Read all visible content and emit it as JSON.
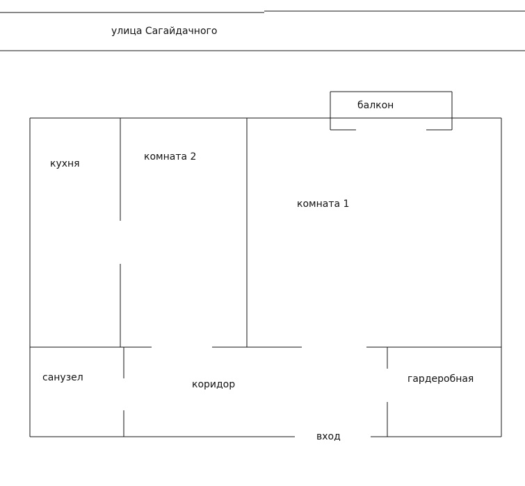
{
  "street": {
    "label": "улица Сагайдачного"
  },
  "rooms": {
    "balcony": "балкон",
    "kitchen": "кухня",
    "room2": "комната 2",
    "room1": "комната 1",
    "bathroom": "санузел",
    "corridor": "коридор",
    "wardrobe": "гардеробная",
    "entrance": "вход"
  },
  "colors": {
    "line": "#111111",
    "background": "#ffffff"
  }
}
